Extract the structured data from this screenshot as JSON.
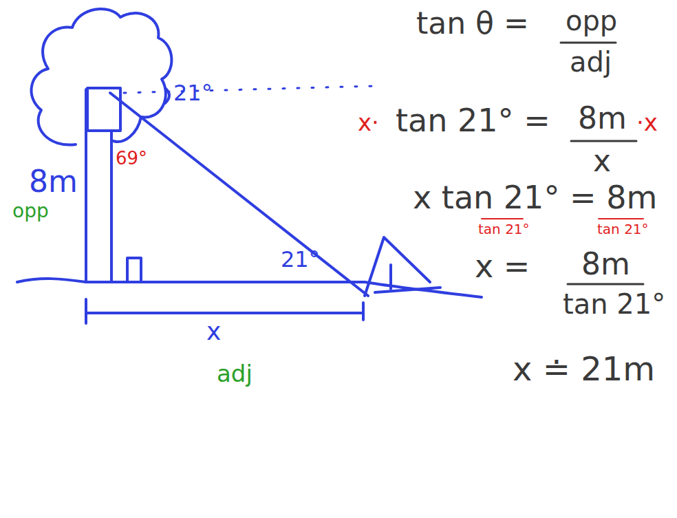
{
  "diagram": {
    "labels": [
      "21°",
      "69°",
      "8m",
      "opp",
      "21°",
      "x",
      "adj",
      "tan θ =",
      "opp",
      "adj",
      "x·",
      "tan 21° =",
      "8m",
      "x",
      "·x",
      "x tan 21° = 8m",
      "tan 21°",
      "tan 21°",
      "x =",
      "8m",
      "tan 21°",
      "x ≐ 21m"
    ]
  }
}
